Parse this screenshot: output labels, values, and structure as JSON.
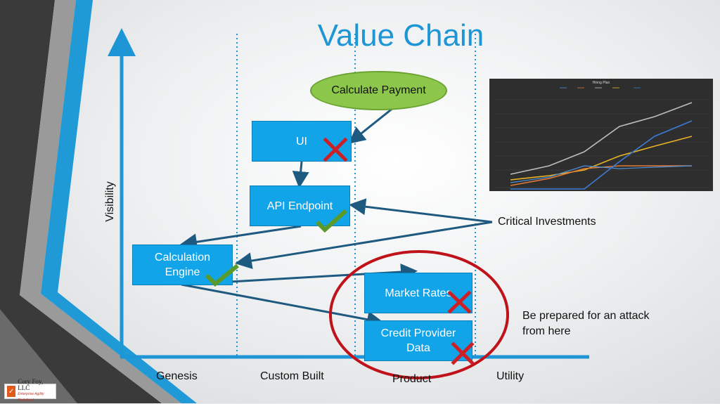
{
  "title": "Value Chain",
  "y_axis_label": "Visibility",
  "stages": [
    "Genesis",
    "Custom Built",
    "Product",
    "Utility"
  ],
  "user_need": "Calculate Payment",
  "components": {
    "ui": "UI",
    "api_endpoint": "API Endpoint",
    "calc_engine_line1": "Calculation",
    "calc_engine_line2": "Engine",
    "market_rates": "Market Rates",
    "credit_line1": "Credit Provider",
    "credit_line2": "Data"
  },
  "annotations": {
    "critical": "Critical Investments",
    "attack_line1": "Be prepared for an attack",
    "attack_line2": "from here"
  },
  "hiring_chart": {
    "title": "Hiring Plan",
    "series_colors": [
      "#4a90d9",
      "#e07b39",
      "#bdbdbd",
      "#e8b325",
      "#3a7bd5"
    ]
  },
  "logo": {
    "name": "Cory Foy, LLC",
    "tagline": "Enterprise Agility Redefined"
  },
  "colors": {
    "accent": "#1e96d6",
    "box": "#12a4e8",
    "ellipse": "#8cc64a",
    "cross": "#cc1f26",
    "check": "#5a9a2a",
    "circle": "#c0121b"
  }
}
